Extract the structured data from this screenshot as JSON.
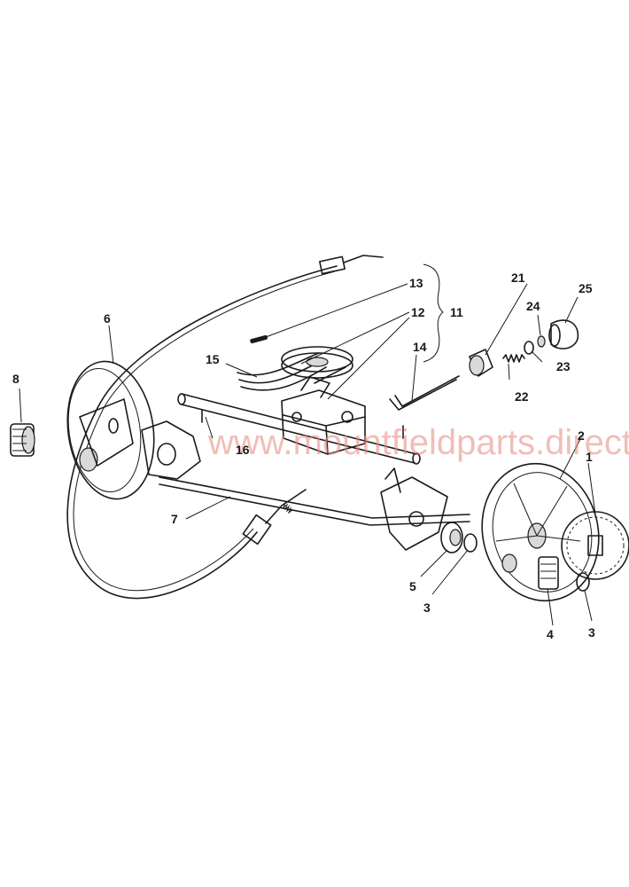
{
  "watermark": "www.mountfieldparts.direct",
  "labels": {
    "l1": "1",
    "l2": "2",
    "l3a": "3",
    "l3b": "3",
    "l4": "4",
    "l5": "5",
    "l6": "6",
    "l7": "7",
    "l8": "8",
    "l11": "11",
    "l12": "12",
    "l13": "13",
    "l14": "14",
    "l15": "15",
    "l16": "16",
    "l21": "21",
    "l22": "22",
    "l23": "23",
    "l24": "24",
    "l25": "25"
  }
}
